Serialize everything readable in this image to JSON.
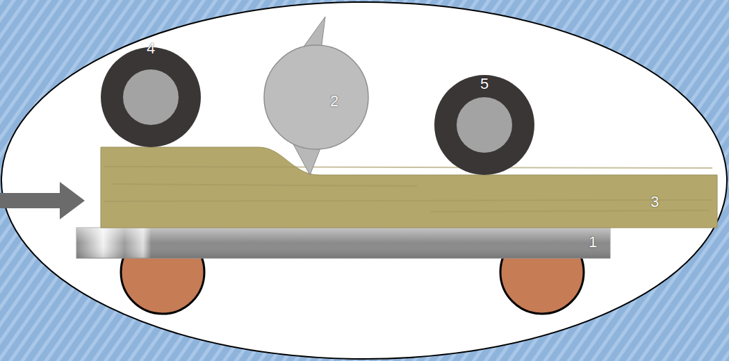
{
  "diagram": {
    "labels": [
      "4",
      "2",
      "5",
      "3",
      "1"
    ]
  }
}
